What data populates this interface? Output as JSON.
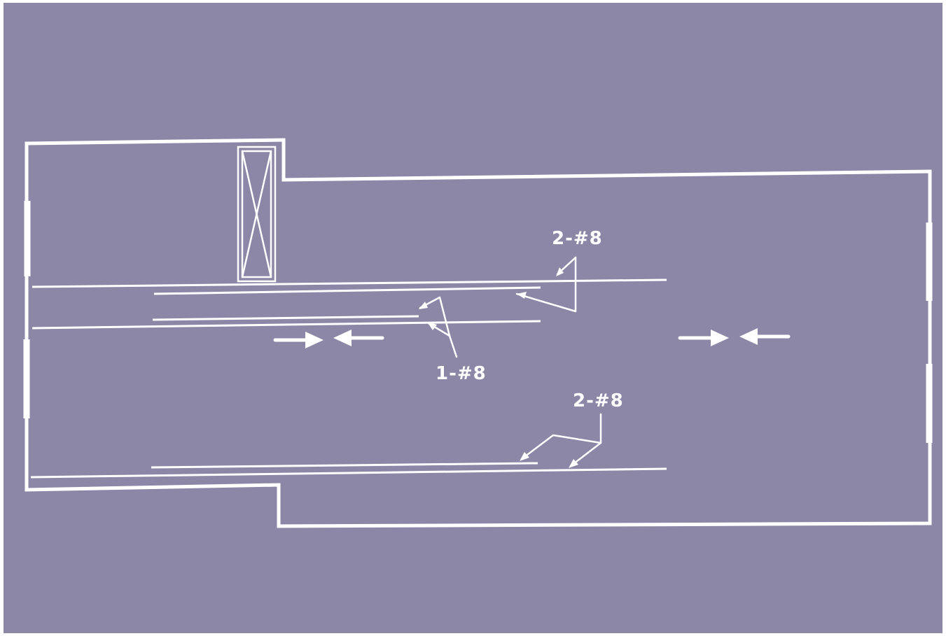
{
  "diagram": {
    "background_color": "#8d87a7",
    "line_color": "#ffffff",
    "labels": {
      "top_right_bars": "2-#8",
      "middle_bars": "1-#8",
      "bottom_bars": "2-#8"
    },
    "symbols": [
      "left-arrow-pair",
      "right-arrow-pair",
      "crossed-box"
    ]
  }
}
